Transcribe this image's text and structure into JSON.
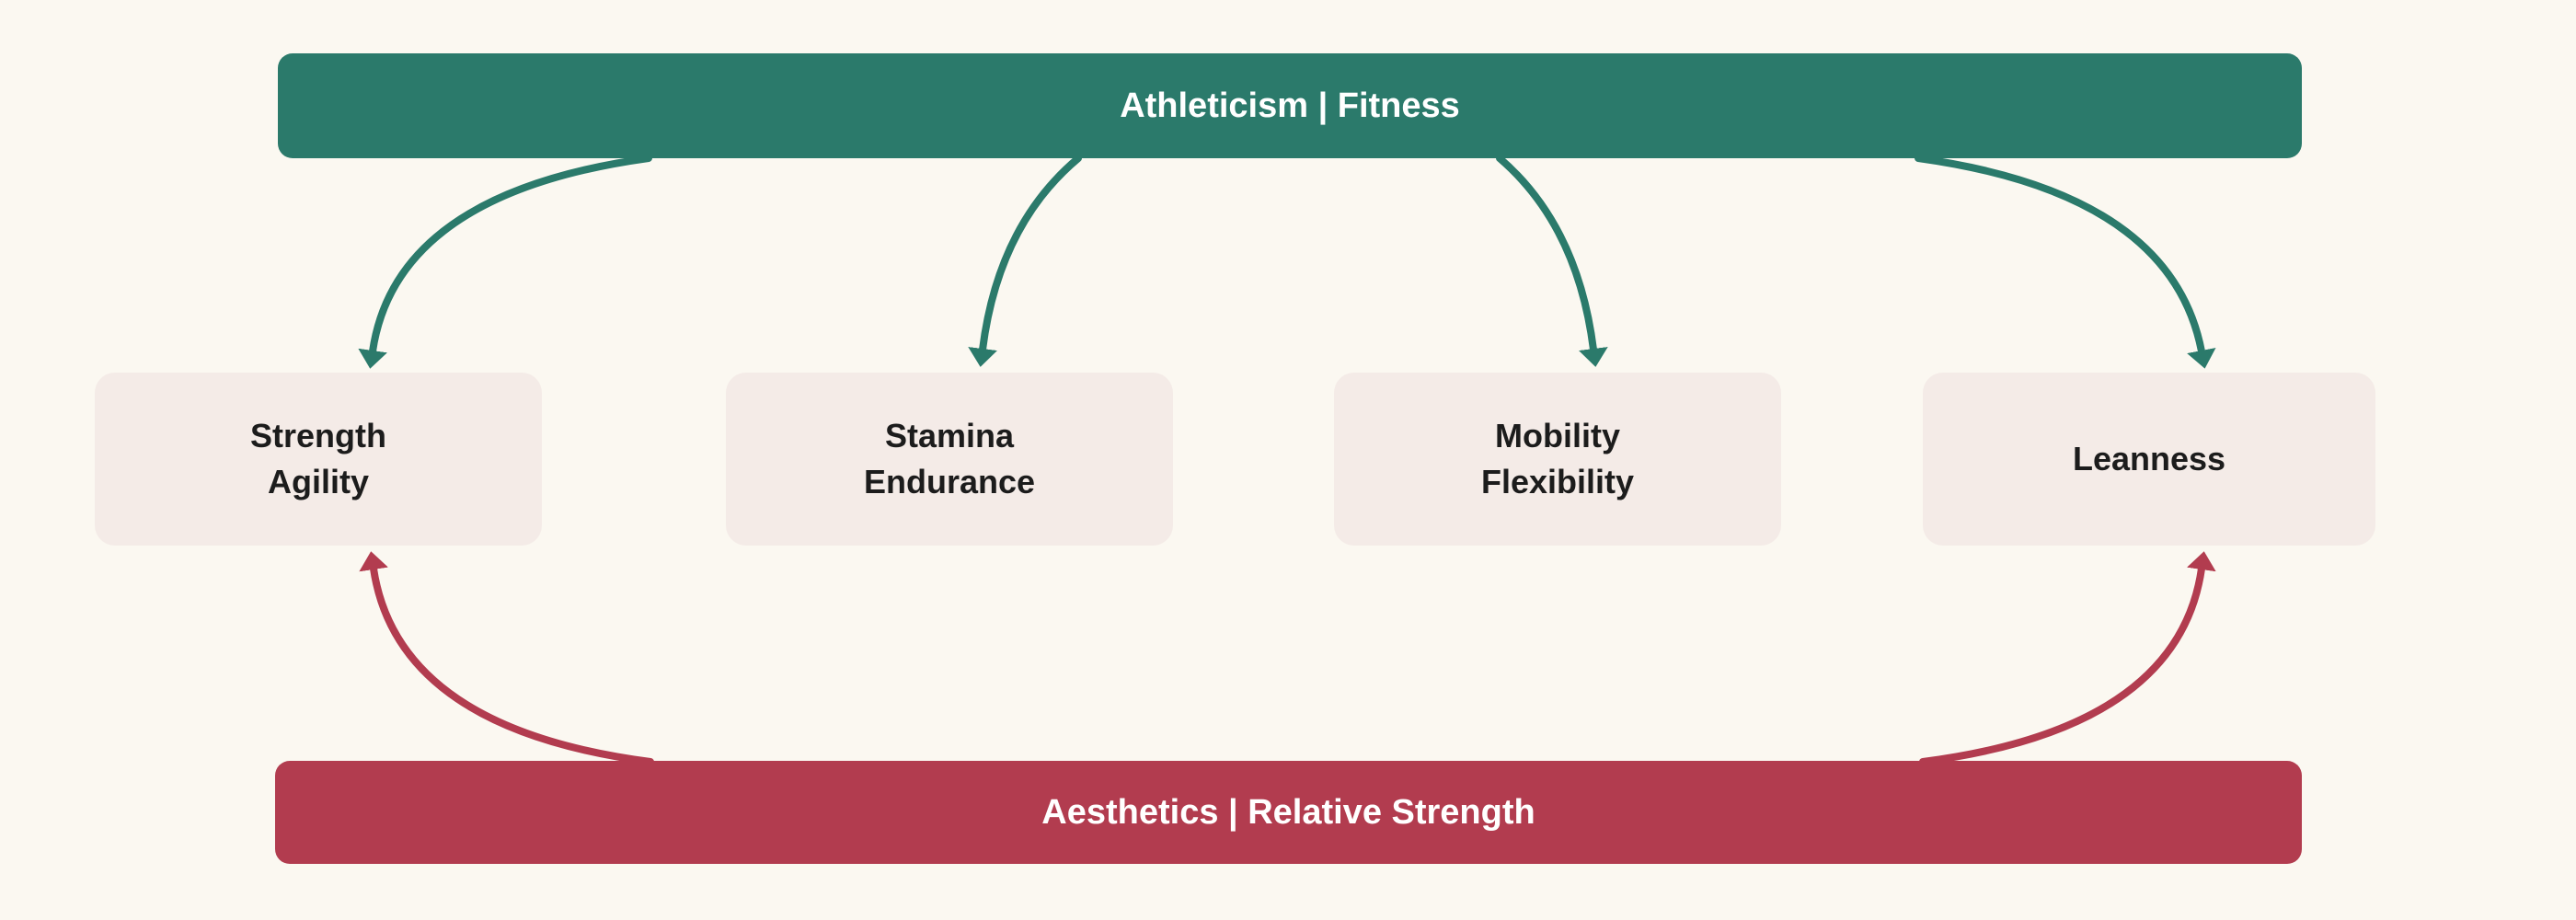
{
  "colors": {
    "bg": "#fbf8f1",
    "teal": "#2b7a6b",
    "red": "#b23c4f",
    "box_bg": "#f4ebe7",
    "text_light": "#ffffff",
    "text_dark": "#1c1c1c"
  },
  "top_bar": {
    "label": "Athleticism | Fitness"
  },
  "bottom_bar": {
    "label": "Aesthetics | Relative Strength"
  },
  "boxes": [
    {
      "id": "strength-agility",
      "lines": [
        "Strength",
        "Agility"
      ]
    },
    {
      "id": "stamina-endurance",
      "lines": [
        "Stamina",
        "Endurance"
      ]
    },
    {
      "id": "mobility-flexibility",
      "lines": [
        "Mobility",
        "Flexibility"
      ]
    },
    {
      "id": "leanness",
      "lines": [
        "Leanness"
      ]
    }
  ],
  "edges": [
    {
      "from": "Athleticism | Fitness",
      "to": "Strength Agility",
      "color": "#2b7a6b",
      "direction": "down"
    },
    {
      "from": "Athleticism | Fitness",
      "to": "Stamina Endurance",
      "color": "#2b7a6b",
      "direction": "down"
    },
    {
      "from": "Athleticism | Fitness",
      "to": "Mobility Flexibility",
      "color": "#2b7a6b",
      "direction": "down"
    },
    {
      "from": "Athleticism | Fitness",
      "to": "Leanness",
      "color": "#2b7a6b",
      "direction": "down"
    },
    {
      "from": "Aesthetics | Relative Strength",
      "to": "Strength Agility",
      "color": "#b23c4f",
      "direction": "up"
    },
    {
      "from": "Aesthetics | Relative Strength",
      "to": "Leanness",
      "color": "#b23c4f",
      "direction": "up"
    }
  ]
}
